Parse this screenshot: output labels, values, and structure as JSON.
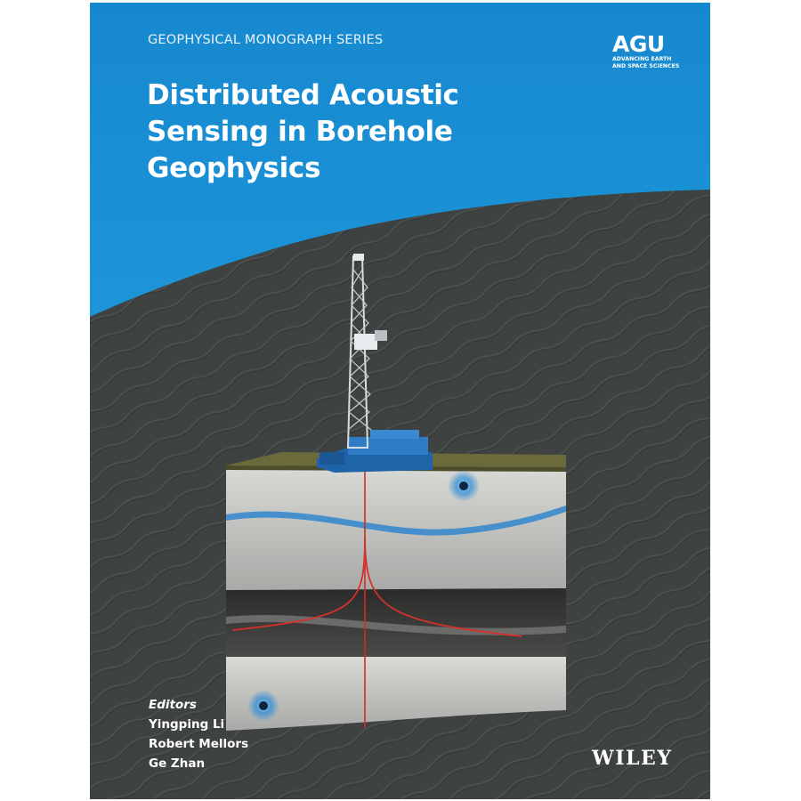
{
  "cover": {
    "series": "GEOPHYSICAL MONOGRAPH SERIES",
    "title_lines": [
      "Distributed Acoustic",
      "Sensing in Borehole",
      "Geophysics"
    ],
    "publisher_logo": {
      "name": "AGU",
      "tagline_lines": [
        "ADVANCING EARTH",
        "AND SPACE SCIENCES"
      ]
    },
    "editors_label": "Editors",
    "editors": [
      "Yingping Li",
      "Robert Mellors",
      "Ge Zhan"
    ],
    "imprint": "WILEY",
    "colors": {
      "header_blue": "#1a8fd4",
      "background_dark": "#3e4240",
      "text": "#ffffff",
      "fiber_red": "#d6302a",
      "rig_blue": "#1f63a8"
    },
    "icons": [
      "drilling-rig-icon",
      "borehole-fiber-icon",
      "sensor-glow-icon"
    ]
  }
}
